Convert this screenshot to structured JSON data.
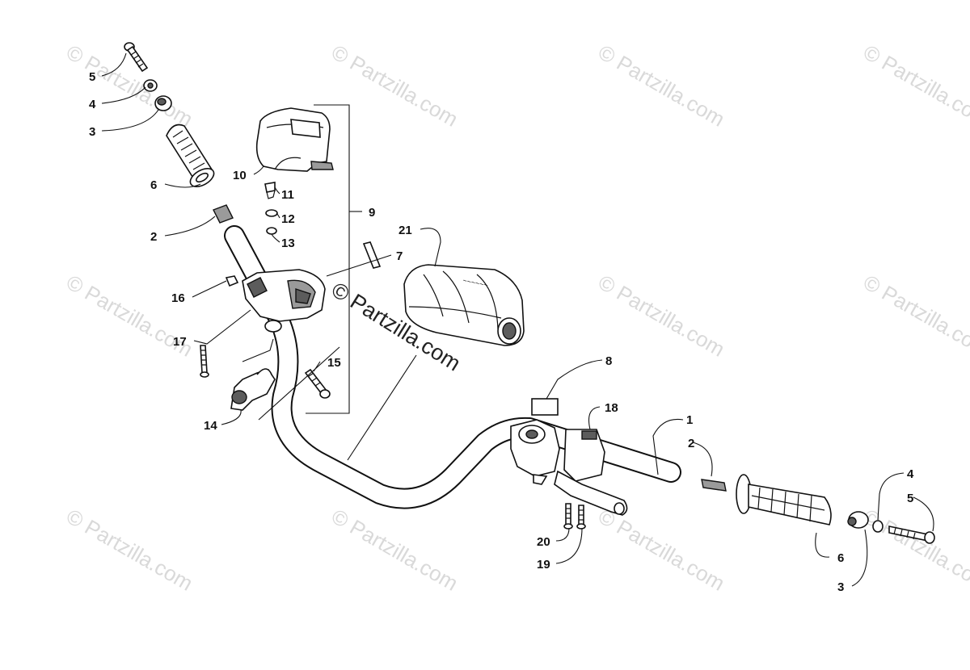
{
  "watermark": {
    "text": "© Partzilla.com",
    "center_text": "© Partzilla.com"
  },
  "callouts": {
    "c5_left": "5",
    "c4_left": "4",
    "c3_left": "3",
    "c10": "10",
    "c11": "11",
    "c12": "12",
    "c13": "13",
    "c9": "9",
    "c6_left": "6",
    "c2_left": "2",
    "c21": "21",
    "c7": "7",
    "c16": "16",
    "c17": "17",
    "c15": "15",
    "c14": "14",
    "c8": "8",
    "c18": "18",
    "c1": "1",
    "c2_right": "2",
    "c4_right": "4",
    "c5_right": "5",
    "c20": "20",
    "c19": "19",
    "c6_right": "6",
    "c3_right": "3"
  }
}
